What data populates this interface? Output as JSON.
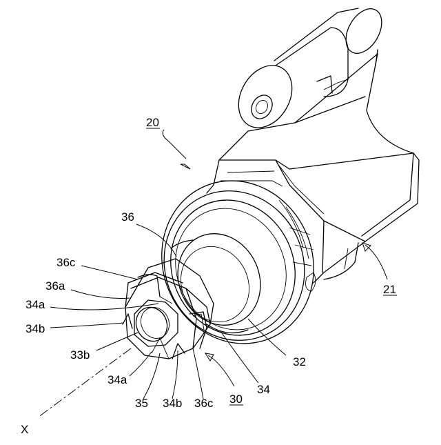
{
  "labels": {
    "l20": "20",
    "l21": "21",
    "l30": "30",
    "l32": "32",
    "l33b": "33b",
    "l34": "34",
    "l34a_top": "34a",
    "l34a_bottom": "34a",
    "l34b_left": "34b",
    "l34b_bottom": "34b",
    "l35": "35",
    "l36": "36",
    "l36a": "36a",
    "l36c_top": "36c",
    "l36c_bottom": "36c",
    "lx": "X"
  }
}
